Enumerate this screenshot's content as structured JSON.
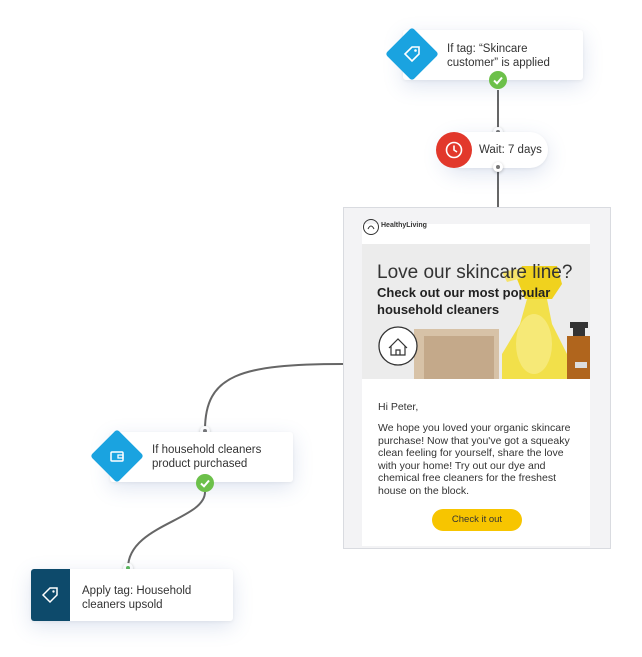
{
  "nodes": {
    "tag_condition": {
      "label": "If tag: “Skincare customer” is applied"
    },
    "wait": {
      "label": "Wait: 7 days"
    },
    "purchase_condition": {
      "label": "If household cleaners product purchased"
    },
    "apply_tag": {
      "label": "Apply tag: Household cleaners upsold"
    }
  },
  "email": {
    "brand": "HealthyLiving",
    "headline": "Love our skincare line?",
    "subheadline": "Check out our most popular household cleaners",
    "greeting": "Hi Peter,",
    "body": "We hope you loved your organic skincare purchase! Now that you've got a squeaky clean feeling for yourself, share the love with your home! Try out our dye and chemical free cleaners for the freshest house on the block.",
    "cta_label": "Check it out"
  },
  "colors": {
    "condition_blue": "#1aa3e0",
    "wait_red": "#e2382b",
    "action_navy": "#0d4a6b",
    "check_green": "#6cc04a",
    "cta_yellow": "#f7c500"
  },
  "icons": {
    "tag_condition": "tag-icon",
    "wait": "clock-icon",
    "purchase_condition": "wallet-icon",
    "apply_tag": "tag-icon",
    "brand": "leaf-logo-icon",
    "hero_badge": "house-icon"
  }
}
